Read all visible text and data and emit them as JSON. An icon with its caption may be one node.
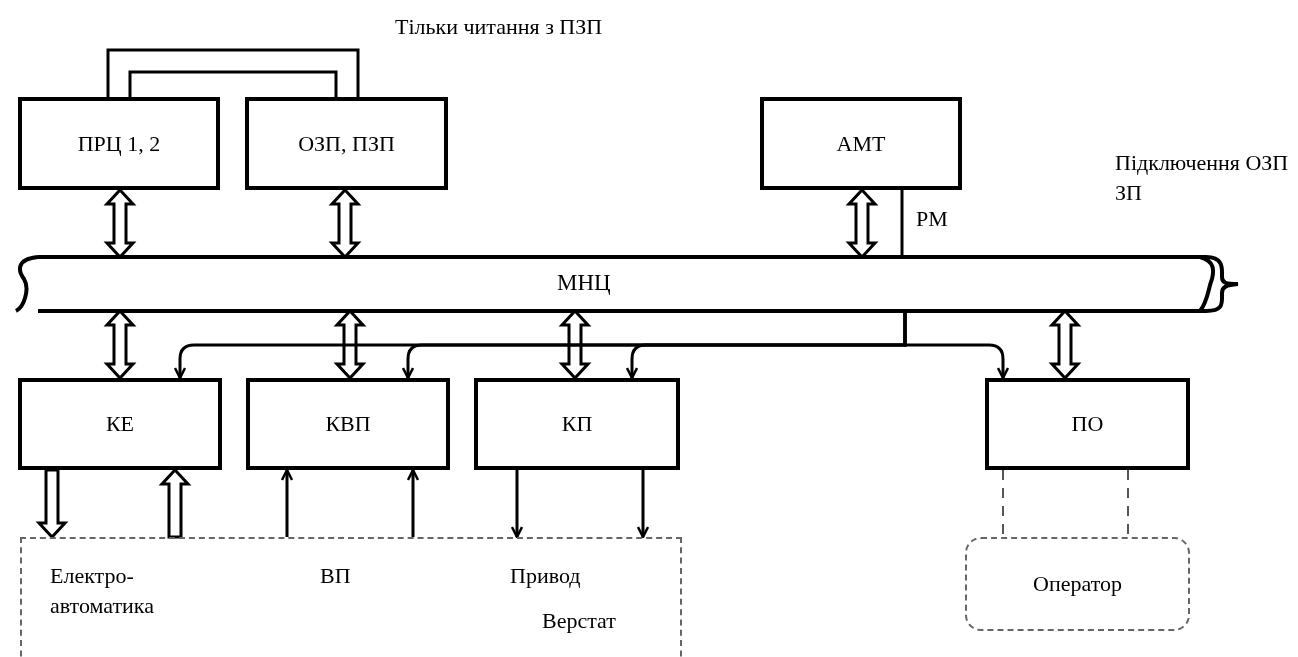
{
  "diagram": {
    "nodes": [
      {
        "text": [
          "ПРЦ 1, 2"
        ]
      },
      {
        "text": [
          "ОЗП, ПЗП"
        ]
      },
      {
        "text": [
          "АМТ"
        ]
      },
      {
        "text": [
          "МНЦ"
        ]
      },
      {
        "text": [
          "КЕ"
        ]
      },
      {
        "text": [
          "КВП"
        ]
      },
      {
        "text": [
          "КП"
        ]
      },
      {
        "text": [
          "ПО"
        ]
      },
      {
        "text": [
          "Електро- автоматика",
          "ВП",
          "Привод",
          "Верстат"
        ]
      },
      {
        "text": [
          "Оператор"
        ]
      }
    ],
    "edges": [
      {
        "from": 0,
        "to": 1,
        "arrow": "none"
      },
      {
        "from": 0,
        "to": 1,
        "arrow": "none"
      },
      {
        "from": 0,
        "to": 3,
        "arrow": "both",
        "style": "thick"
      },
      {
        "from": 1,
        "to": 3,
        "arrow": "both",
        "style": "thick"
      },
      {
        "from": 2,
        "to": 3,
        "arrow": "both",
        "style": "thick"
      },
      {
        "from": 2,
        "to": 3,
        "arrow": "none",
        "label": "РМ"
      },
      {
        "from": 3,
        "to": 4,
        "arrow": "both",
        "style": "thick"
      },
      {
        "from": 3,
        "to": 5,
        "arrow": "both",
        "style": "thick"
      },
      {
        "from": 3,
        "to": 6,
        "arrow": "both",
        "style": "thick"
      },
      {
        "from": 3,
        "to": 7,
        "arrow": "both",
        "style": "thick"
      },
      {
        "from": 3,
        "to": 4,
        "arrow": "to"
      },
      {
        "from": 3,
        "to": 5,
        "arrow": "to"
      },
      {
        "from": 3,
        "to": 6,
        "arrow": "to"
      },
      {
        "from": 3,
        "to": 7,
        "arrow": "to"
      },
      {
        "from": 4,
        "to": 8,
        "arrow": "to",
        "style": "thick"
      },
      {
        "from": 8,
        "to": 4,
        "arrow": "to",
        "style": "thick"
      },
      {
        "from": 8,
        "to": 5,
        "arrow": "to"
      },
      {
        "from": 8,
        "to": 5,
        "arrow": "to"
      },
      {
        "from": 6,
        "to": 8,
        "arrow": "to"
      },
      {
        "from": 6,
        "to": 8,
        "arrow": "to"
      },
      {
        "from": 7,
        "to": 9,
        "arrow": "none",
        "style": "dashed"
      },
      {
        "from": 7,
        "to": 9,
        "arrow": "none",
        "style": "dashed"
      }
    ],
    "labels": [
      "Тільки читання з ПЗП",
      "Підключення ОЗП ЗП"
    ]
  }
}
